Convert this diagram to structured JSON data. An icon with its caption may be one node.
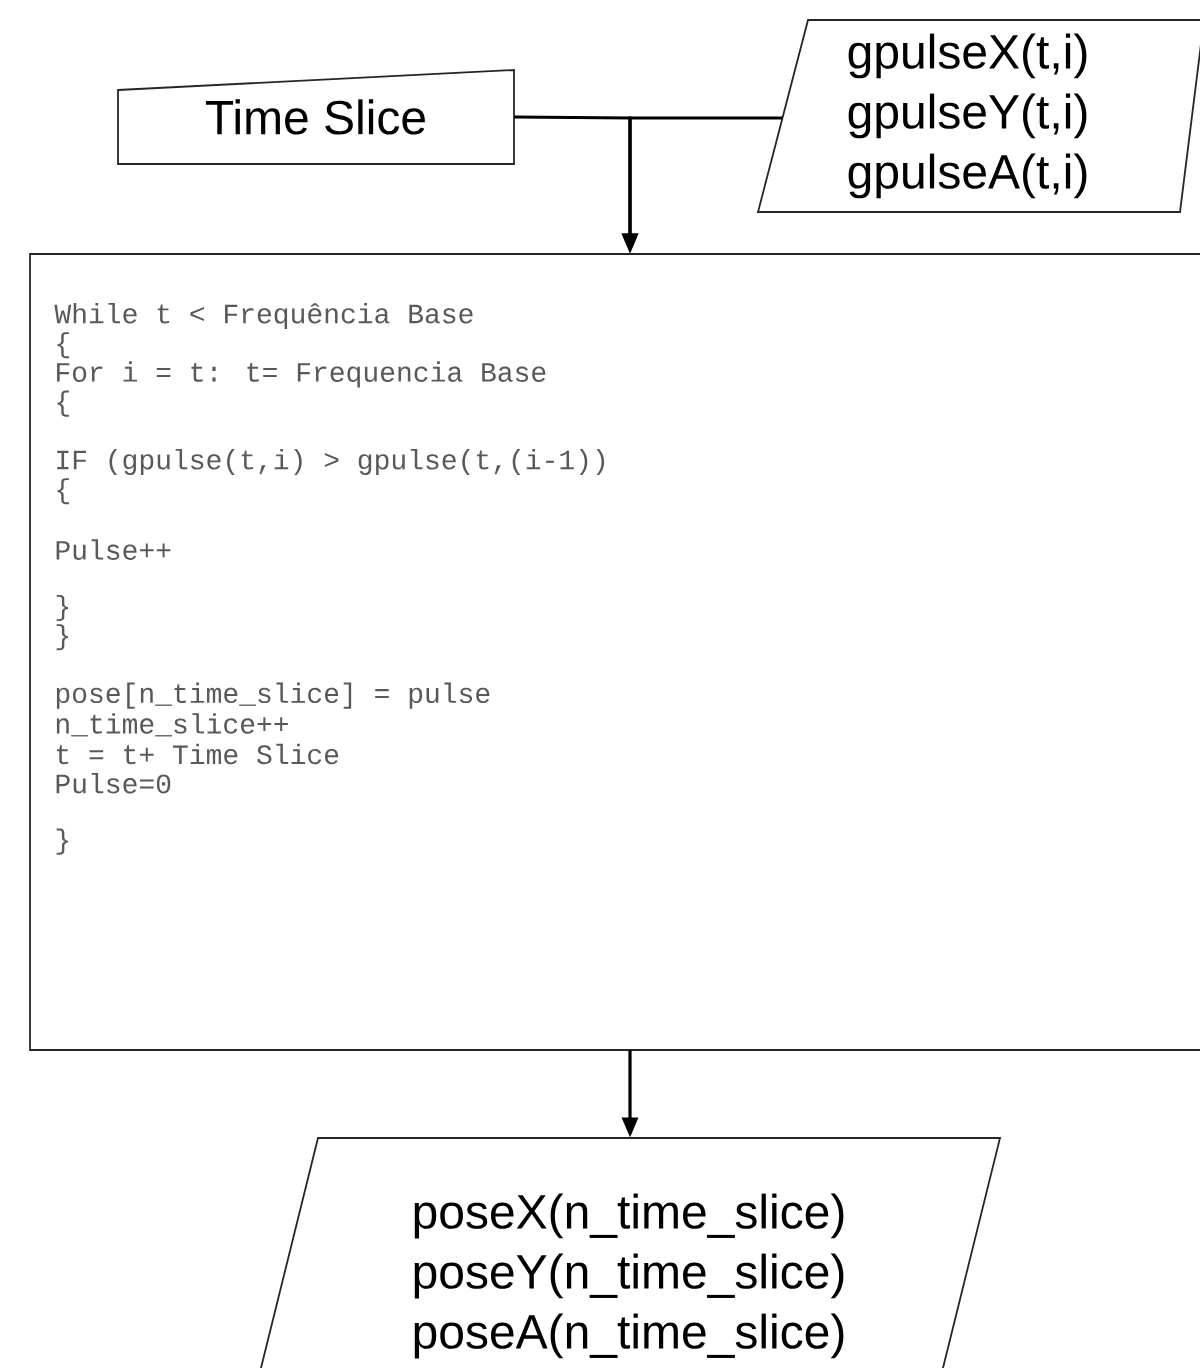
{
  "diagram": {
    "nodes": [
      {
        "text": [
          "Time Slice"
        ]
      },
      {
        "text": [
          "gpulseX(t,i)",
          "gpulseY(t,i)",
          "gpulseA(t,i)"
        ]
      },
      {
        "text": [
          "While t < Frequência Base",
          "{",
          "For i = t: t= Frequencia Base",
          "{",
          "IF (gpulse(t,i) > gpulse(t,(i-1))",
          "{",
          "Pulse++",
          "}",
          "}",
          "pose[n_time_slice] = pulse",
          "n_time_slice++",
          "t = t+ Time Slice",
          "Pulse=0",
          "}"
        ]
      },
      {
        "text": [
          "poseX(n_time_slice)",
          "poseY(n_time_slice)",
          "poseA(n_time_slice)"
        ]
      }
    ],
    "edges": [
      {
        "from": 0,
        "to": 2,
        "arrow": "to"
      },
      {
        "from": 1,
        "to": 2,
        "arrow": "to"
      },
      {
        "from": 2,
        "to": 3,
        "arrow": "to"
      }
    ]
  }
}
